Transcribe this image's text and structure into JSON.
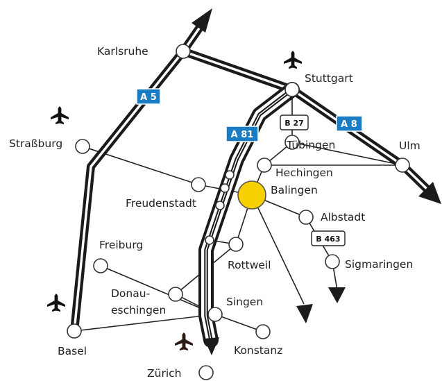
{
  "map": {
    "cities": {
      "karlsruhe": "Karlsruhe",
      "stuttgart": "Stuttgart",
      "strassburg": "Straßburg",
      "tuebingen": "Tübingen",
      "ulm": "Ulm",
      "hechingen": "Hechingen",
      "balingen": "Balingen",
      "freudenstadt": "Freudenstadt",
      "albstadt": "Albstadt",
      "freiburg": "Freiburg",
      "sigmaringen": "Sigmaringen",
      "rottweil": "Rottweil",
      "donaueschingen_1": "Donau-",
      "donaueschingen_2": "eschingen",
      "singen": "Singen",
      "basel": "Basel",
      "konstanz": "Konstanz",
      "zuerich": "Zürich"
    },
    "highways": {
      "a5": "A 5",
      "a8": "A 8",
      "a81": "A 81"
    },
    "federal_roads": {
      "b27": "B 27",
      "b463": "B 463"
    },
    "colors": {
      "highway_shield": "#1a7dc4",
      "balingen_marker": "#f7d000",
      "road": "#222222"
    },
    "icons": [
      "airplane-icon"
    ]
  }
}
